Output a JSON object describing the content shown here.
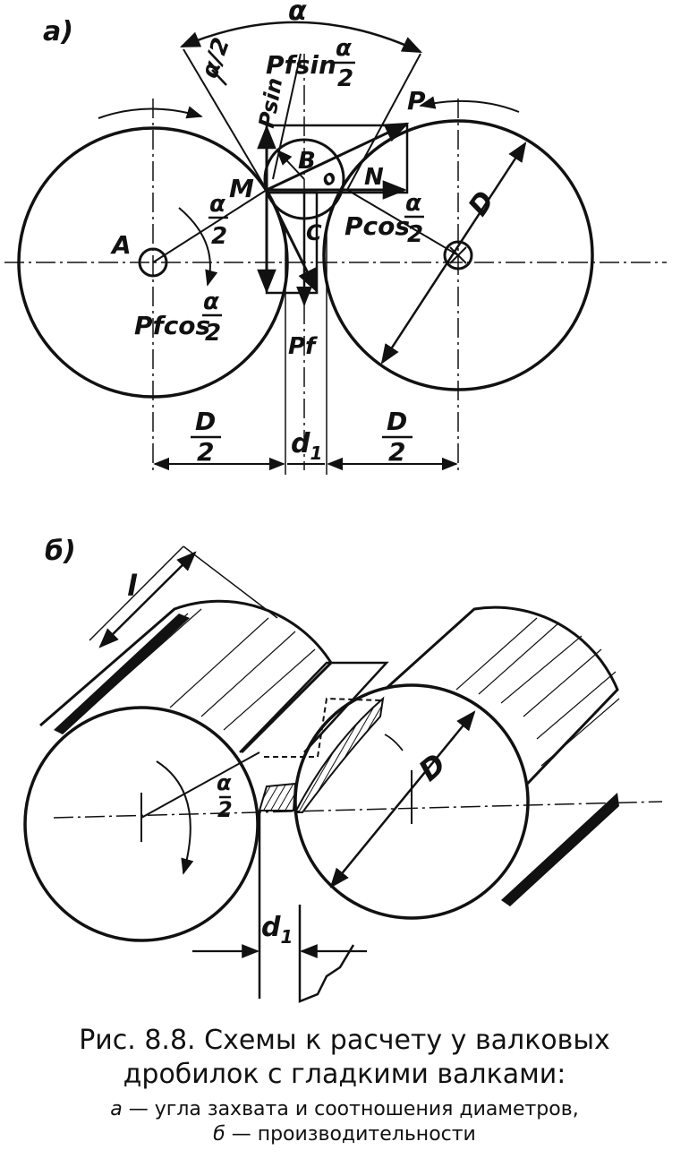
{
  "fig_a": {
    "panel": "a)",
    "alpha": "α",
    "alpha_half_rot": "α/2",
    "p_sin": "Psin",
    "pf_sin": "Pfsin",
    "p": "P",
    "b": "B",
    "m": "M",
    "n": "N",
    "a_pt": "A",
    "c": "C",
    "o": "o",
    "d": "D",
    "alpha_num": "α",
    "two": "2",
    "p_cos": "Pcos",
    "pf_cos": "Pfcos",
    "pf": "Pf",
    "d_half": "D",
    "d1": "d",
    "d1_sub": "1"
  },
  "fig_b": {
    "panel": "б)",
    "l": "l",
    "d": "D",
    "alpha_num": "α",
    "two": "2",
    "d1": "d",
    "d1_sub": "1"
  },
  "caption": {
    "title_line1": "Рис.  8.8. Схемы  к расчету  у валковых",
    "title_line2": "дробилок с гладкими валками:",
    "sub_a_letter": "а",
    "sub_a_text": " — угла  захвата  и  соотношения  диаметров,",
    "sub_b_letter": "б",
    "sub_b_text": " — производительности"
  }
}
